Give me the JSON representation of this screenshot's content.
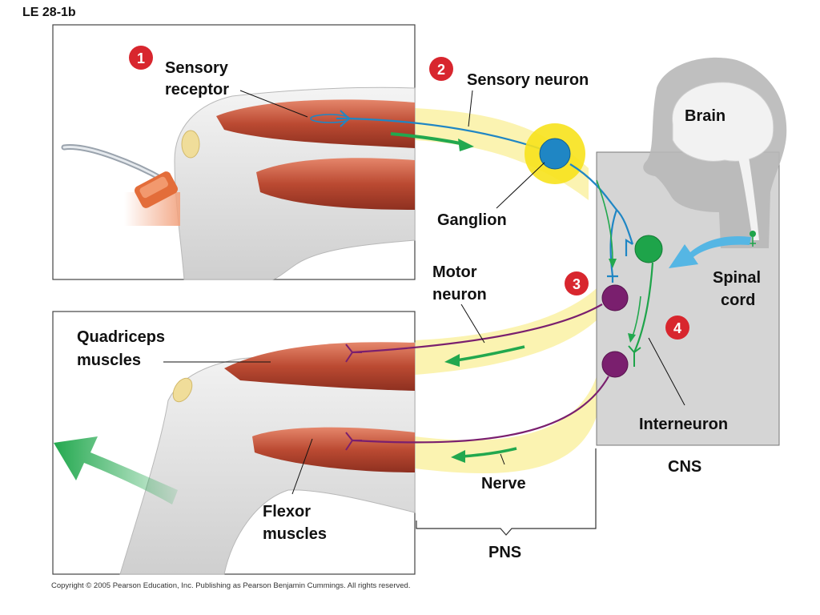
{
  "figure_id": "LE 28-1b",
  "steps": [
    "1",
    "2",
    "3",
    "4"
  ],
  "labels": {
    "sensory_receptor": [
      "Sensory",
      "receptor"
    ],
    "sensory_neuron": "Sensory neuron",
    "brain": "Brain",
    "ganglion": "Ganglion",
    "motor_neuron": [
      "Motor",
      "neuron"
    ],
    "spinal_cord": [
      "Spinal",
      "cord"
    ],
    "quadriceps_muscles": [
      "Quadriceps",
      "muscles"
    ],
    "interneuron": "Interneuron",
    "cns": "CNS",
    "nerve": "Nerve",
    "flexor_muscles": [
      "Flexor",
      "muscles"
    ],
    "pns": "PNS"
  },
  "copyright": "Copyright © 2005 Pearson Education, Inc. Publishing as Pearson Benjamin Cummings. All rights reserved.",
  "colors": {
    "sensory_neuron": "#1f86c4",
    "motor_neuron": "#7a1f6e",
    "interneuron": "#1ea44a",
    "nerve_band": "#fbf2a8",
    "ganglion_halo": "#f7e21c",
    "cns_box": "#d5d5d5",
    "muscle": "#c0533a",
    "badge": "#d8262e",
    "arrow_green": "#22a84e",
    "arrow_blue": "#55b6e4"
  }
}
